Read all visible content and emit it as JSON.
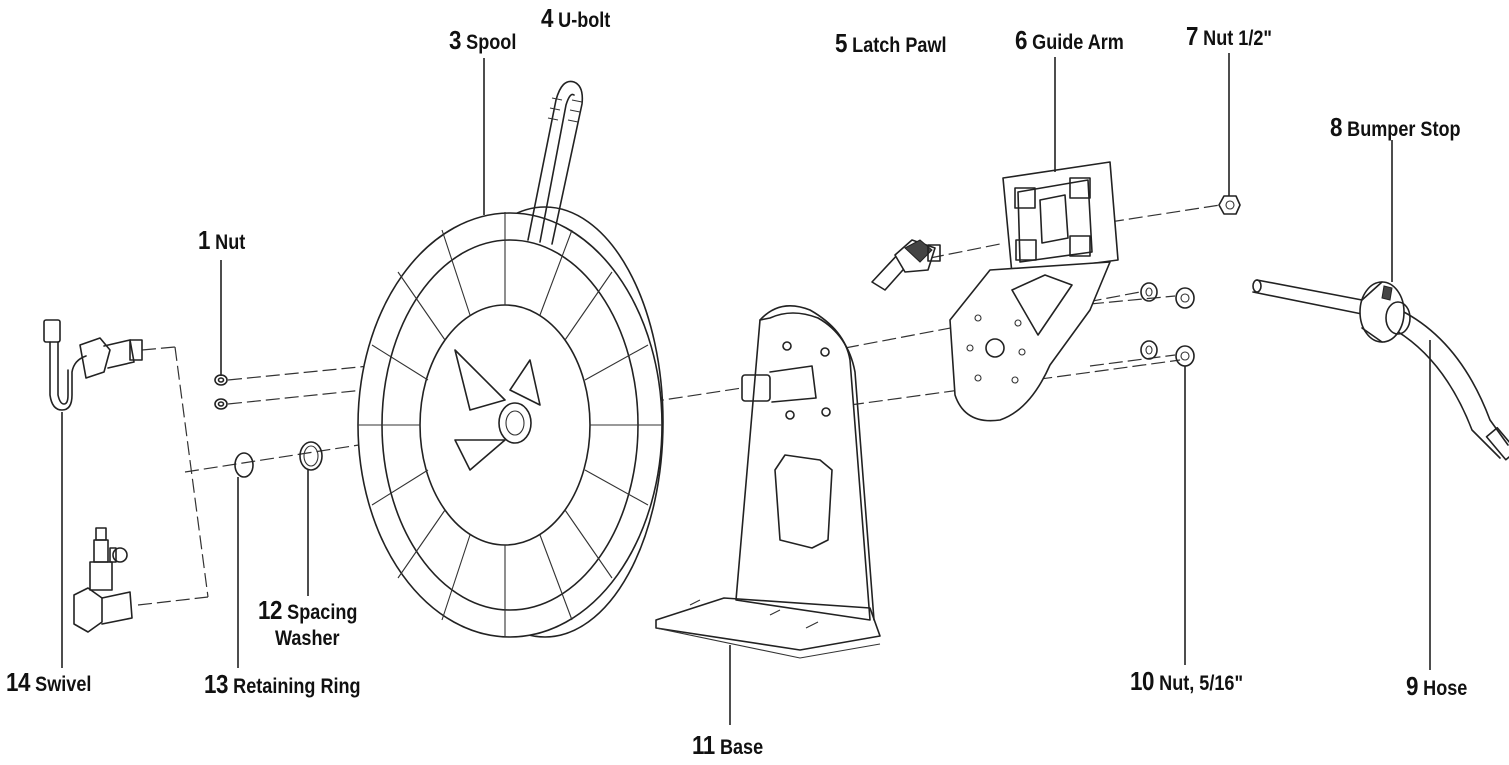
{
  "parts": [
    {
      "num": "1",
      "name": "Nut"
    },
    {
      "num": "3",
      "name": "Spool"
    },
    {
      "num": "4",
      "name": "U-bolt"
    },
    {
      "num": "5",
      "name": "Latch Pawl"
    },
    {
      "num": "6",
      "name": "Guide Arm"
    },
    {
      "num": "7",
      "name": "Nut 1/2\""
    },
    {
      "num": "8",
      "name": "Bumper Stop"
    },
    {
      "num": "9",
      "name": "Hose"
    },
    {
      "num": "10",
      "name": "Nut, 5/16\""
    },
    {
      "num": "11",
      "name": "Base"
    },
    {
      "num": "12",
      "name_line1": "Spacing",
      "name_line2": "Washer"
    },
    {
      "num": "13",
      "name": "Retaining Ring"
    },
    {
      "num": "14",
      "name": "Swivel"
    }
  ]
}
